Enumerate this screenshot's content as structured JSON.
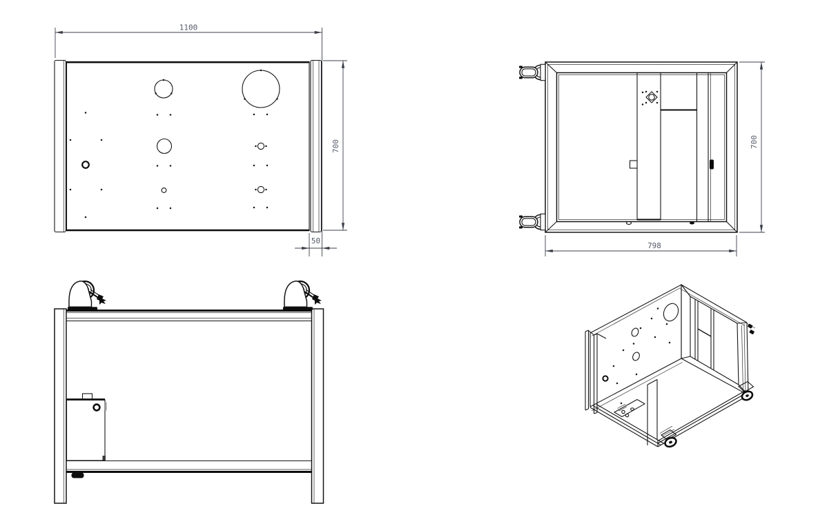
{
  "sheet": {
    "background": "#ffffff",
    "line_color": "#141414",
    "dim_text_color": "#555a68"
  },
  "views": {
    "top_view": {
      "dim_width": "1100",
      "dim_height": "700",
      "dim_flange": "50"
    },
    "side_view": {
      "dim_width": "798",
      "dim_height": "700"
    }
  }
}
